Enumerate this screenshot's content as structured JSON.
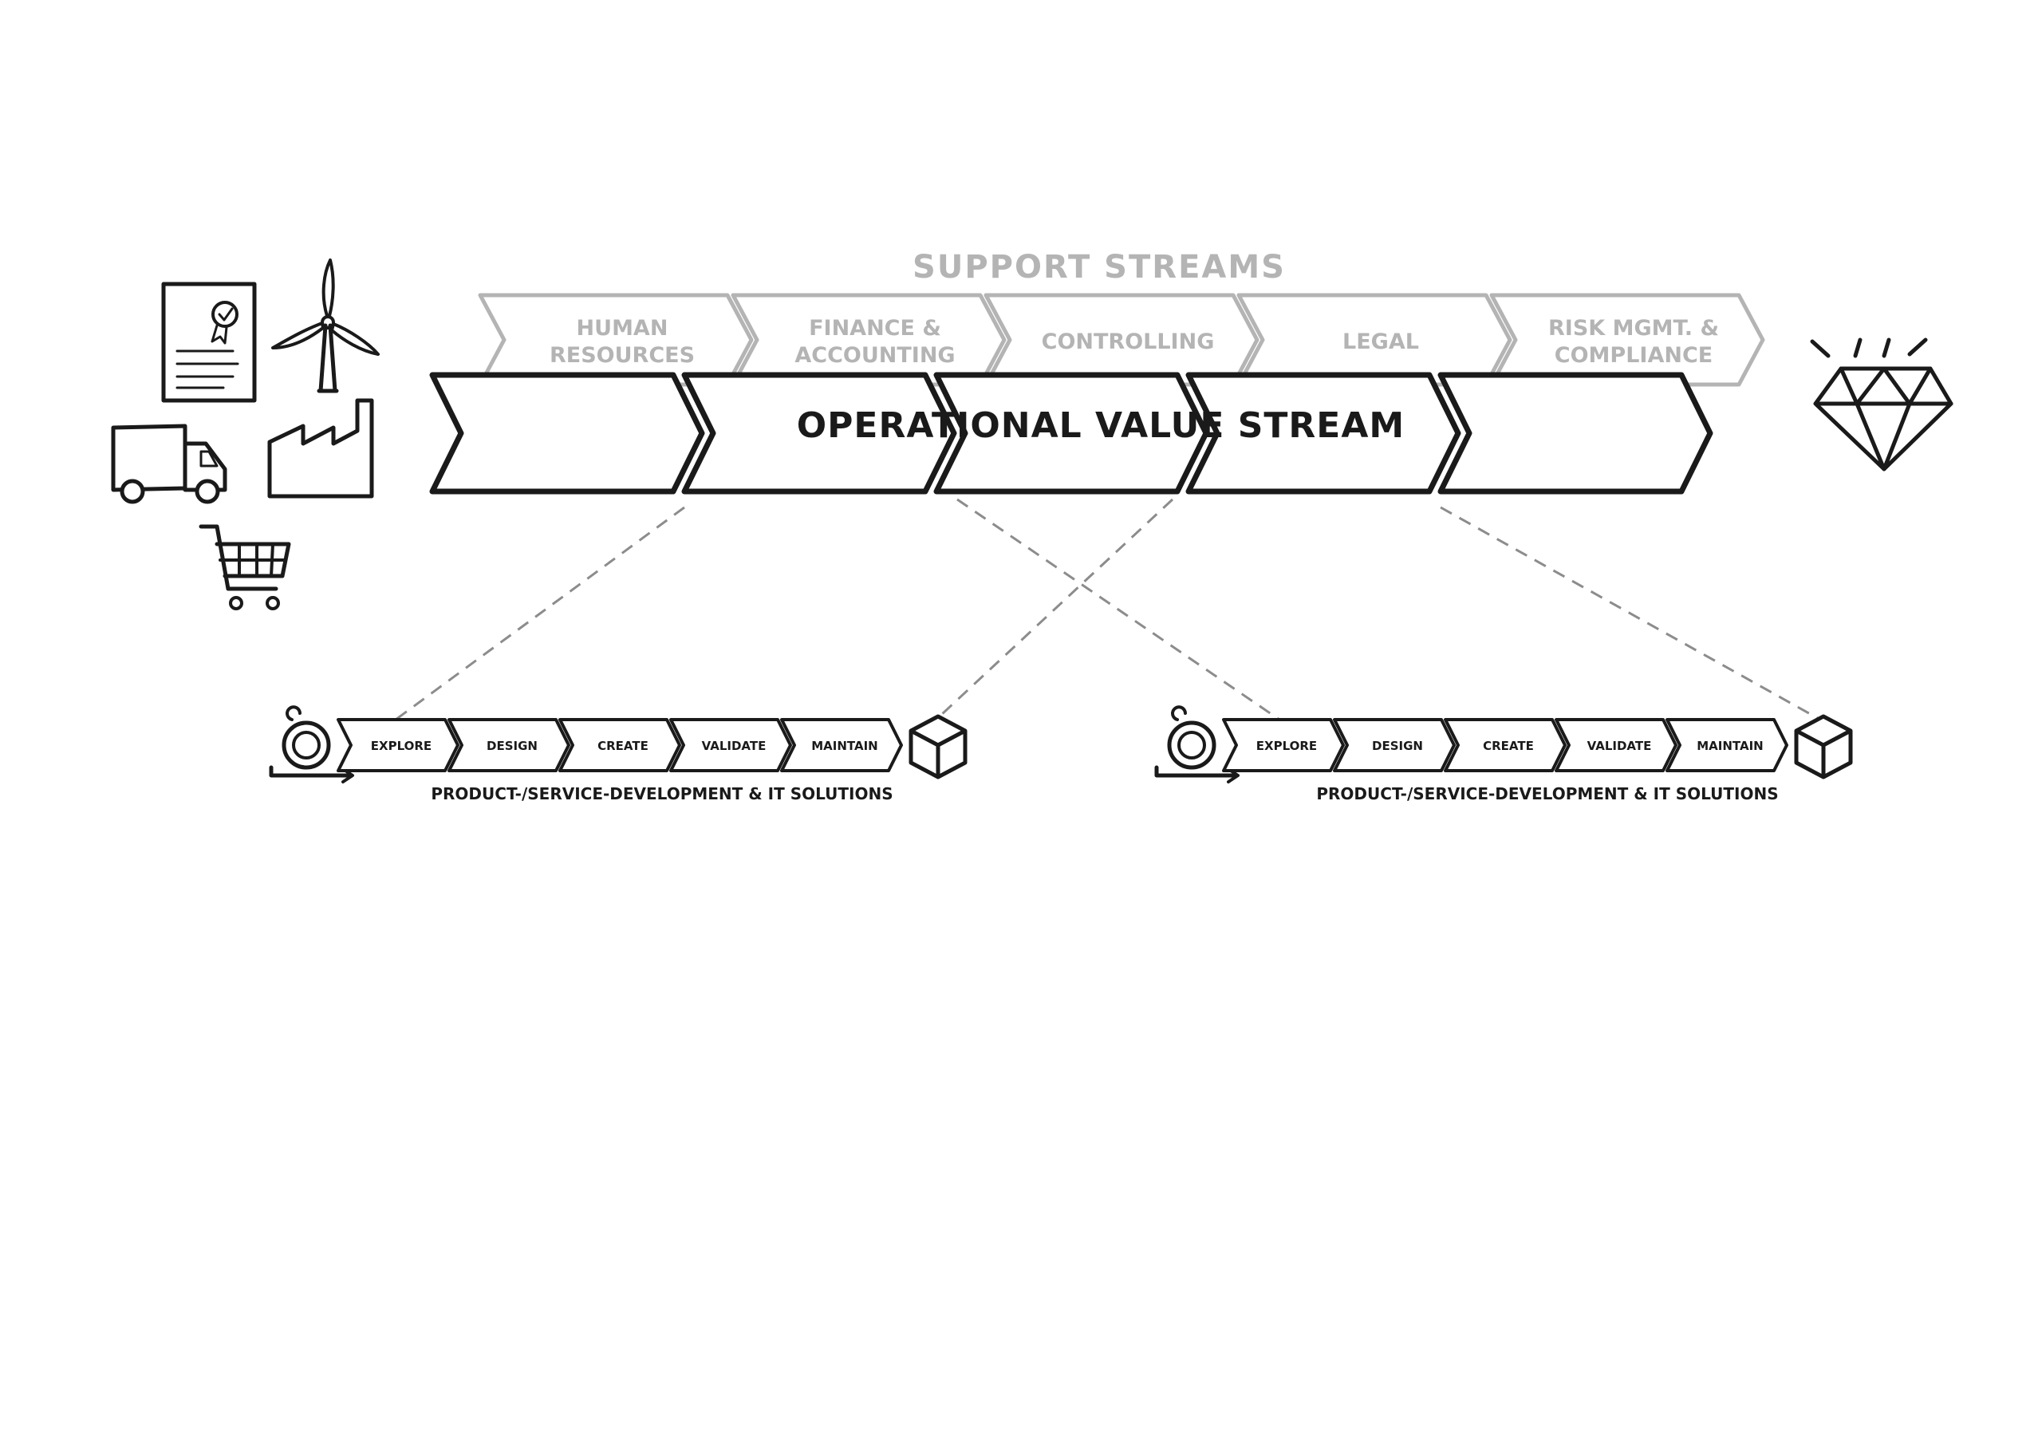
{
  "support": {
    "title": "SUPPORT STREAMS",
    "streams": [
      {
        "lines": [
          "HUMAN",
          "RESOURCES"
        ]
      },
      {
        "lines": [
          "FINANCE &",
          "ACCOUNTING"
        ]
      },
      {
        "lines": [
          "CONTROLLING"
        ]
      },
      {
        "lines": [
          "LEGAL"
        ]
      },
      {
        "lines": [
          "RISK MGMT. &",
          "COMPLIANCE"
        ]
      }
    ]
  },
  "operational": {
    "title": "OPERATIONAL VALUE STREAM",
    "segment_count": 5
  },
  "dev_streams": [
    {
      "steps": [
        "EXPLORE",
        "DESIGN",
        "CREATE",
        "VALIDATE",
        "MAINTAIN"
      ],
      "caption": "PRODUCT-/SERVICE-DEVELOPMENT & IT SOLUTIONS"
    },
    {
      "steps": [
        "EXPLORE",
        "DESIGN",
        "CREATE",
        "VALIDATE",
        "MAINTAIN"
      ],
      "caption": "PRODUCT-/SERVICE-DEVELOPMENT & IT SOLUTIONS"
    }
  ],
  "icons": {
    "inputs": [
      "certificate-icon",
      "wind-turbine-icon",
      "truck-icon",
      "factory-icon",
      "shopping-cart-icon"
    ],
    "value": "diamond-icon",
    "dev_start": "iteration-loop-icon",
    "dev_end": "cube-icon"
  },
  "colors": {
    "ink": "#1a1a1a",
    "support_gray": "#b4b4b4",
    "dash_gray": "#8c8c8c"
  }
}
